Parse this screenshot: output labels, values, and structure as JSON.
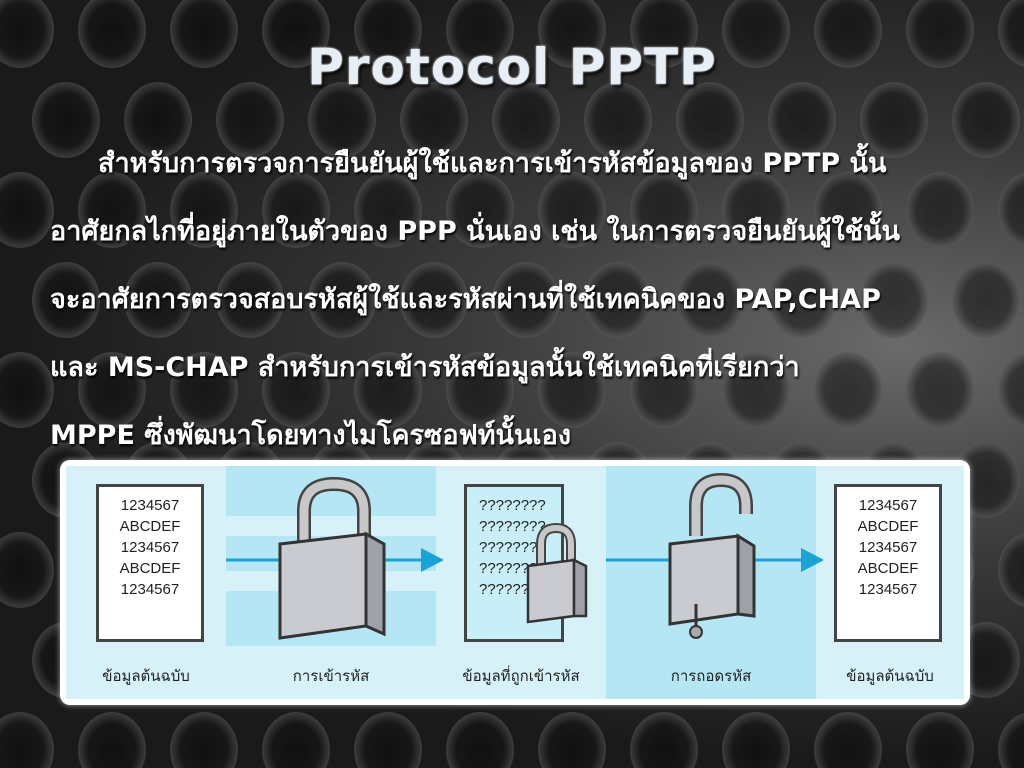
{
  "title": "Protocol  PPTP",
  "paragraph": {
    "line1": "สำหรับการตรวจการยืนยันผู้ใช้และการเข้ารหัสข้อมูลของ PPTP นั้น",
    "line2": "อาศัยกลไกที่อยู่ภายในตัวของ PPP นั่นเอง เช่น ในการตรวจยืนยันผู้ใช้นั้น",
    "line3": "จะอาศัยการตรวจสอบรหัสผู้ใช้และรหัสผ่านที่ใช้เทคนิคของ PAP,CHAP",
    "line4": "และ MS-CHAP สำหรับการเข้ารหัสข้อมูลนั้นใช้เทคนิคที่เรียกว่า",
    "line5": "MPPE ซึ่งพัฒนาโดยทางไมโครซอฟท์นั้นเอง"
  },
  "diagram": {
    "original_doc": [
      "1234567",
      "ABCDEF",
      "1234567",
      "ABCDEF",
      "1234567"
    ],
    "encrypted_doc": [
      "????????",
      "????????",
      "????????",
      "????????",
      "????????"
    ],
    "decrypted_doc": [
      "1234567",
      "ABCDEF",
      "1234567",
      "ABCDEF",
      "1234567"
    ],
    "captions": {
      "original": "ข้อมูลต้นฉบับ",
      "encrypt": "การเข้ารหัส",
      "encrypted": "ข้อมูลที่ถูกเข้ารหัส",
      "decrypt": "การถอดรหัส",
      "result": "ข้อมูลต้นฉบับ"
    },
    "colors": {
      "light_blue": "#d6f1f8",
      "blue": "#b4e6f4",
      "arrow": "#1aa3d6"
    }
  }
}
